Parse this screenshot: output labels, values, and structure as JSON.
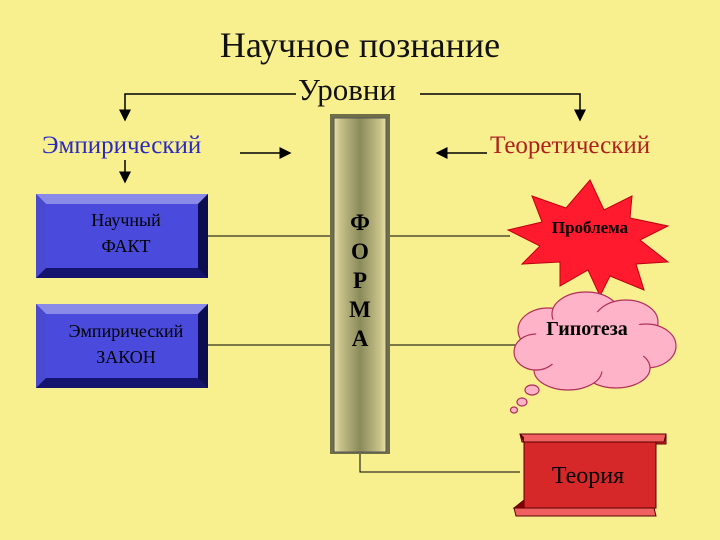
{
  "title": "Научное познание",
  "levels_label": "Уровни",
  "empirical": {
    "label": "Эмпирический",
    "items": [
      {
        "line1": "Научный",
        "line2": "ФАКТ"
      },
      {
        "line1": "Эмпирический",
        "line2": "ЗАКОН"
      }
    ]
  },
  "theoretical": {
    "label": "Теоретический",
    "problem": "Проблема",
    "hypothesis": "Гипотеза",
    "theory": "Теория"
  },
  "form_column": [
    "Ф",
    "О",
    "Р",
    "М",
    "А"
  ],
  "colors": {
    "background": "#f8f08f",
    "empirical": "#2a2ac0",
    "theoretical": "#b02020",
    "column": "#8a8a5a",
    "problem_burst": "#ff1a2e",
    "hypothesis_cloud": "#ffb3c8",
    "theory_scroll": "#d62828"
  }
}
